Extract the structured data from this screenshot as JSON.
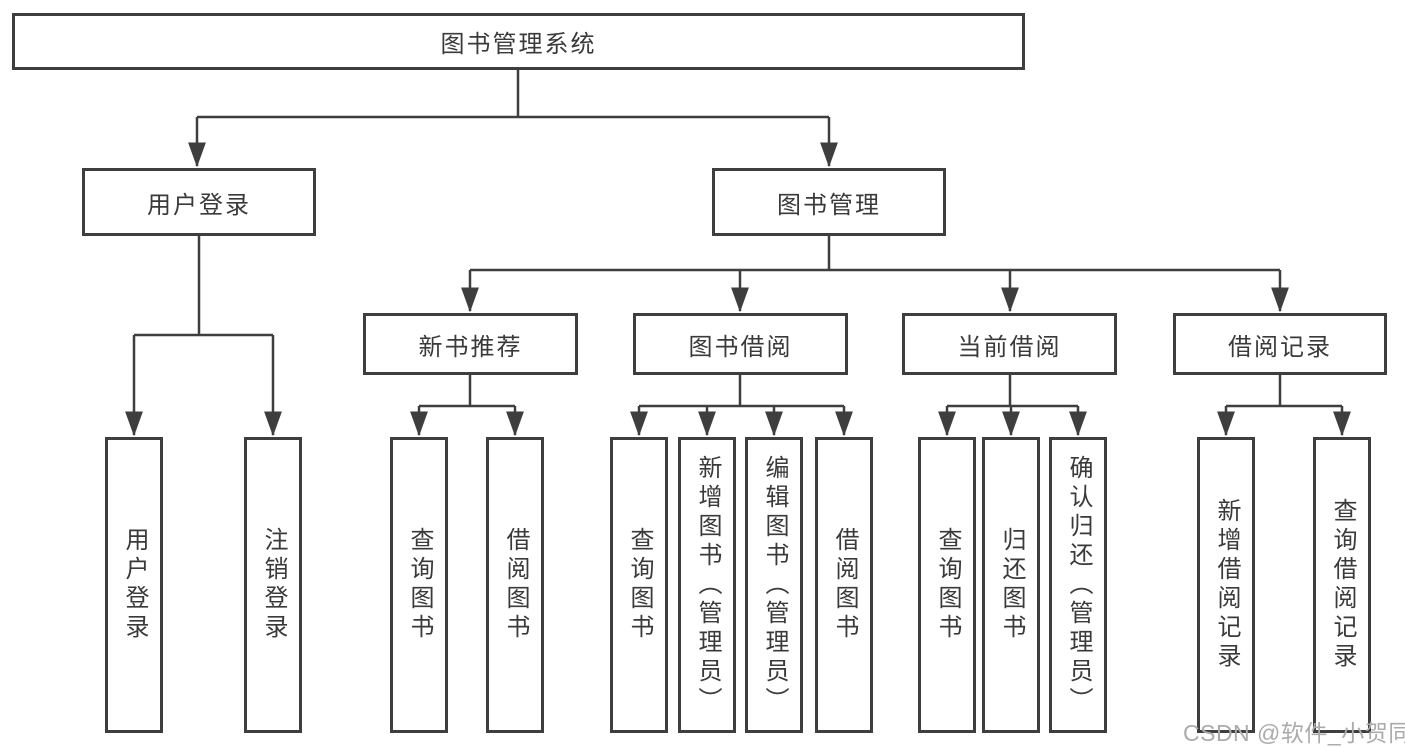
{
  "tree": {
    "root": {
      "label": "图书管理系统",
      "children": [
        {
          "label": "用户登录",
          "children": [
            {
              "label": "用户登录"
            },
            {
              "label": "注销登录"
            }
          ]
        },
        {
          "label": "图书管理",
          "children": [
            {
              "label": "新书推荐",
              "children": [
                {
                  "label": "查询图书"
                },
                {
                  "label": "借阅图书"
                }
              ]
            },
            {
              "label": "图书借阅",
              "children": [
                {
                  "label": "查询图书"
                },
                {
                  "label": "新增图书（管理员）"
                },
                {
                  "label": "编辑图书（管理员）"
                },
                {
                  "label": "借阅图书"
                }
              ]
            },
            {
              "label": "当前借阅",
              "children": [
                {
                  "label": "查询图书"
                },
                {
                  "label": "归还图书"
                },
                {
                  "label": "确认归还（管理员）"
                }
              ]
            },
            {
              "label": "借阅记录",
              "children": [
                {
                  "label": "新增借阅记录"
                },
                {
                  "label": "查询借阅记录"
                }
              ]
            }
          ]
        }
      ]
    }
  },
  "watermark": {
    "text": "CSDN @软件_小贺同学"
  },
  "colors": {
    "line": "#3e3e3e",
    "text": "#3a3a3a",
    "background": "#ffffff",
    "watermark": "#ababab"
  }
}
